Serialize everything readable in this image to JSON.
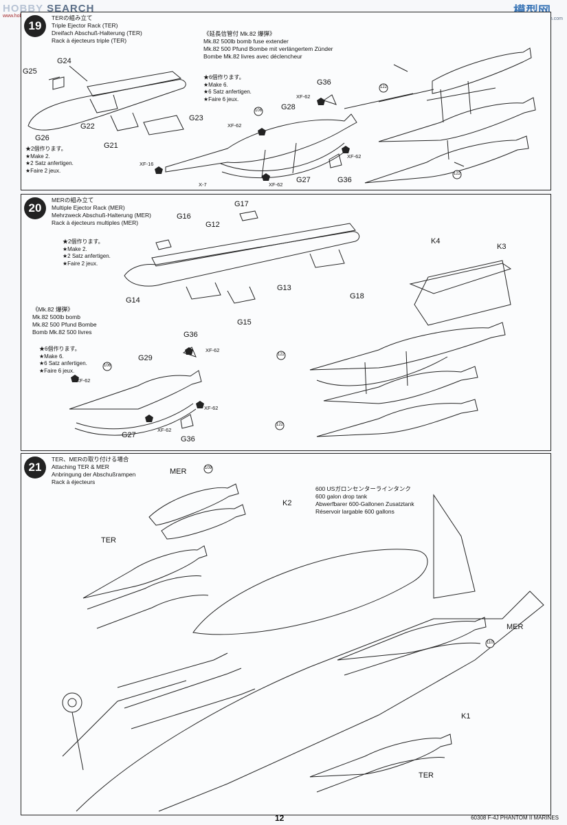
{
  "header": {
    "brand_main": "HOBBY",
    "brand_search": "SEARCH",
    "url": "www.hobbysearch.com",
    "cn_watermark": "模型网",
    "cn_url": "www.hobbysearch.com"
  },
  "step19": {
    "number": "19",
    "title_jp": "TERの組み立て",
    "title_en": "Triple Ejector Rack (TER)",
    "title_de": "Dreifach Abschuß-Halterung (TER)",
    "title_fr": "Rack à éjecteurs triple (TER)",
    "bomb_title_jp": "《延長信管付 Mk.82 爆弾》",
    "bomb_title_en": "Mk.82 500lb bomb fuse extender",
    "bomb_title_de": "Mk.82 500 Pfund Bombe mit verlängertem Zünder",
    "bomb_title_fr": "Bombe Mk.82 livres avec déclencheur",
    "make_note": [
      "★2個作ります。",
      "★Make 2.",
      "★2 Satz anfertigen.",
      "★Faire 2 jeux."
    ],
    "bomb_note": [
      "★6個作ります。",
      "★Make 6.",
      "★6 Satz anfertigen.",
      "★Faire 6 jeux."
    ],
    "labels": {
      "g24": "G24",
      "g25": "G25",
      "g26": "G26",
      "g22": "G22",
      "g21": "G21",
      "g23": "G23",
      "g28": "G28",
      "g27": "G27",
      "g36": "G36",
      "g36b": "G36",
      "xf62a": "XF-62",
      "xf62b": "XF-62",
      "xf62c": "XF-62",
      "xf62d": "XF-62",
      "xf16": "XF-16",
      "x7": "X-7",
      "c106": "106",
      "c122a": "122",
      "c122b": "122"
    }
  },
  "step20": {
    "number": "20",
    "title_jp": "MERの組み立て",
    "title_en": "Multiple Ejector Rack (MER)",
    "title_de": "Mehrzweck Abschuß-Halterung (MER)",
    "title_fr": "Rack à éjecteurs multiples (MER)",
    "make_note": [
      "★2個作ります。",
      "★Make 2.",
      "★2 Satz anfertigen.",
      "★Faire 2 jeux."
    ],
    "bomb_title_jp": "《Mk.82 爆弾》",
    "bomb_title_en": "Mk.82 500lb bomb",
    "bomb_title_de": "Mk.82 500 Pfund Bombe",
    "bomb_title_fr": "Bomb Mk.82 500 livres",
    "bomb_note": [
      "★6個作ります。",
      "★Make 6.",
      "★6 Satz anfertigen.",
      "★Faire 6 jeux."
    ],
    "labels": {
      "g17": "G17",
      "g16": "G16",
      "g12": "G12",
      "g14": "G14",
      "g13": "G13",
      "g18": "G18",
      "g15": "G15",
      "k4": "K4",
      "k3": "K3",
      "g36": "G36",
      "g36b": "G36",
      "g29": "G29",
      "g27": "G27",
      "xf62a": "XF-62",
      "xf62b": "XF-62",
      "xf62c": "XF-62",
      "xf62d": "XF-62",
      "c106": "106",
      "c122a": "122",
      "c122b": "122"
    }
  },
  "step21": {
    "number": "21",
    "title_jp": "TER、MERの取り付ける場合",
    "title_en": "Attaching TER & MER",
    "title_de": "Anbringung der Abschußrampen",
    "title_fr": "Rack à éjecteurs",
    "tank_jp": "600 USガロンセンターラインタンク",
    "tank_en": "600 galon drop tank",
    "tank_de": "Abwerfbarer 600-Gallonen Zusatztank",
    "tank_fr": "Réservoir largable 600 gallons",
    "labels": {
      "mer_top": "MER",
      "ter_left": "TER",
      "k2": "K2",
      "mer_right": "MER",
      "k1": "K1",
      "ter_bottom": "TER",
      "c109": "109",
      "c110": "110"
    }
  },
  "footer": {
    "page": "12",
    "title": "60308 F-4J PHANTOM II MARINES"
  }
}
